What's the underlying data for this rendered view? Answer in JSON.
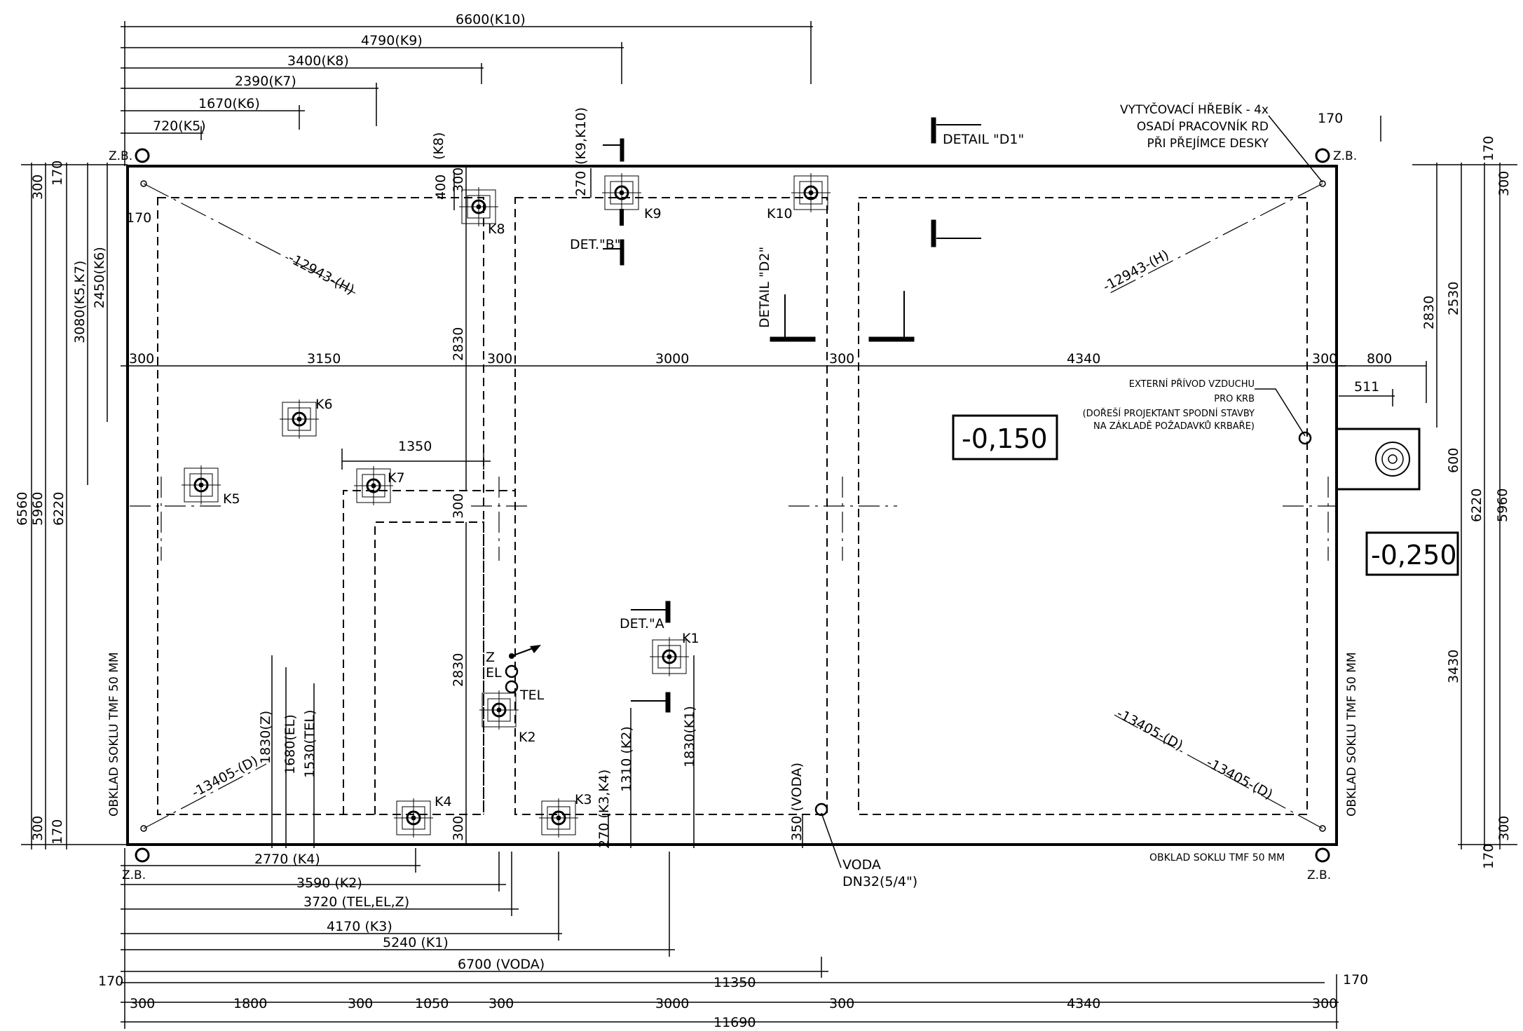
{
  "top_dimensions": [
    {
      "id": "k10",
      "text": "6600(K10)"
    },
    {
      "id": "k9",
      "text": "4790(K9)"
    },
    {
      "id": "k8",
      "text": "3400(K8)"
    },
    {
      "id": "k7",
      "text": "2390(K7)"
    },
    {
      "id": "k6",
      "text": "1670(K6)"
    },
    {
      "id": "k5",
      "text": "720(K5)"
    }
  ],
  "bottom_dimensions": [
    {
      "id": "k4",
      "text": "2770 (K4)"
    },
    {
      "id": "k2",
      "text": "3590 (K2)"
    },
    {
      "id": "tel",
      "text": "3720 (TEL,EL,Z)"
    },
    {
      "id": "k3",
      "text": "4170 (K3)"
    },
    {
      "id": "k1",
      "text": "5240 (K1)"
    },
    {
      "id": "voda",
      "text": "6700 (VODA)"
    }
  ],
  "overall_dimensions": {
    "inner": "11350",
    "total": "11690",
    "offset": "170"
  },
  "segment_dimensions": [
    "300",
    "3150",
    "300",
    "3000",
    "300",
    "4340",
    "300"
  ],
  "bottom_segments": [
    "300",
    "1800",
    "300",
    "1050",
    "300",
    "3000",
    "300",
    "4340",
    "300"
  ],
  "left_dimensions": [
    "6560",
    "5960",
    "6220",
    "3080(K5,K7)",
    "2450(K6)",
    "300",
    "170"
  ],
  "right_dimensions": [
    "2830",
    "2530",
    "600",
    "6220",
    "5960",
    "3430",
    "170",
    "300",
    "800",
    "511"
  ],
  "inner_dimensions": {
    "h2830": "2830",
    "h300": "300",
    "h400": "400",
    "k8": "(K8)",
    "k9k10": "(K9,K10)",
    "w1350": "1350",
    "h2830b": "2830",
    "h1830z": "1830(Z)",
    "h1680el": "1680(EL)",
    "h1530tel": "1530(TEL)",
    "h270k34": "270 (K3,K4)",
    "h1310k2": "1310 (K2)",
    "h1830k1": "1830(K1)",
    "h350voda": "350 (VODA)",
    "h270": "270",
    "h300b": "300"
  },
  "pile_labels": [
    "K1",
    "K2",
    "K3",
    "K4",
    "K5",
    "K6",
    "K7",
    "K8",
    "K9",
    "K10"
  ],
  "utility_labels": {
    "z": "Z",
    "el": "EL",
    "tel": "TEL",
    "voda": "VODA",
    "dn": "DN32(5/4\")"
  },
  "diagonals": {
    "h_left": "-12943-(H)",
    "h_right": "-12943-(H)",
    "d_left": "-13405-(D)",
    "d_right1": "-13405-(D)",
    "d_right2": "-13405-(D)"
  },
  "details": {
    "d1": "DETAIL \"D1\"",
    "d2": "DETAIL \"D2\"",
    "a": "DET.\"A\"",
    "b": "DET.\"B\""
  },
  "notes": {
    "nail_line1": "VYTYČOVACÍ HŘEBÍK - 4x",
    "nail_line2": "OSADÍ PRACOVNÍK RD",
    "nail_line3": "PŘI PŘEJÍMCE DESKY",
    "air_line1": "EXTERNÍ PŘÍVOD VZDUCHU",
    "air_line2": "PRO KRB",
    "air_line3": "(DOŘEŠÍ PROJEKTANT SPODNÍ STAVBY",
    "air_line4": "NA ZÁKLADĚ POŽADAVKŮ KRBAŘE)",
    "plinth_left": "OBKLAD SOKLU TMF 50 MM",
    "plinth_right": "OBKLAD SOKLU TMF 50 MM",
    "plinth_bottom": "OBKLAD SOKLU TMF 50 MM",
    "zb": "Z.B."
  },
  "levels": {
    "main": "-0,150",
    "annex": "-0,250"
  }
}
